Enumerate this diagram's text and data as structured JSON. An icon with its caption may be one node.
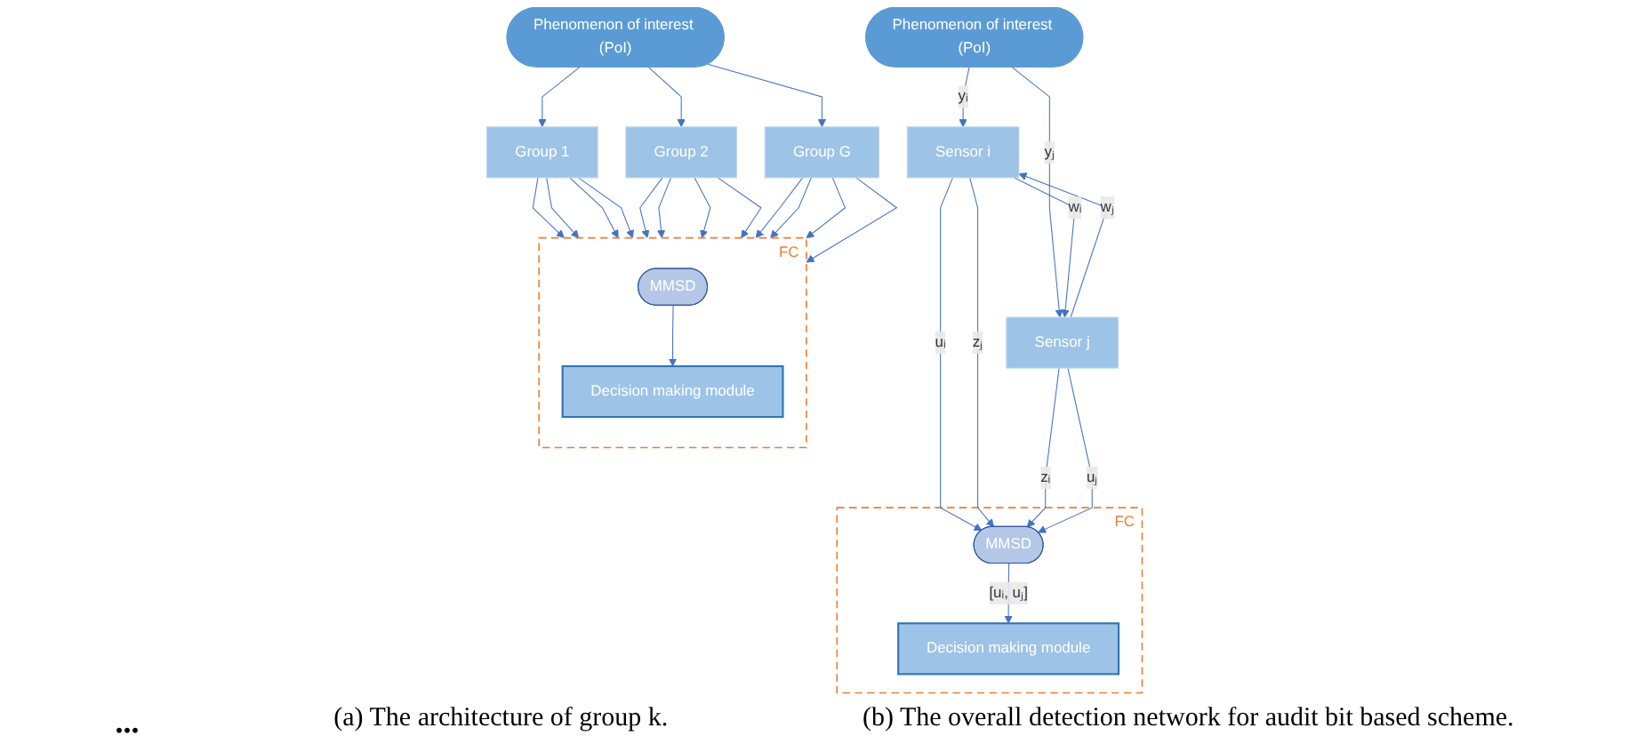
{
  "diagram": {
    "nodes": [
      {
        "text": [
          "Phenomenon of interest (PoI)"
        ]
      },
      {
        "text": [
          "Sensor i"
        ]
      },
      {
        "text": [
          "Sensor j"
        ]
      },
      {
        "text": [
          "FC"
        ]
      },
      {
        "text": [
          "MMSD"
        ],
        "in": 3
      },
      {
        "text": [
          "Decision making module"
        ],
        "in": 3
      },
      {
        "text": [
          "Phenomenon of interest (PoI)"
        ]
      },
      {
        "text": [
          "Group 1"
        ]
      },
      {
        "text": [
          "Group 2"
        ]
      },
      {
        "text": [
          "Group G"
        ]
      },
      {
        "text": [
          "FC"
        ]
      },
      {
        "text": [
          "MMSD"
        ],
        "in": 10
      },
      {
        "text": [
          "Decision making module"
        ],
        "in": 10
      }
    ],
    "edges": [
      {
        "from": 0,
        "to": 1,
        "arrow": "to",
        "label": "yᵢ"
      },
      {
        "from": 0,
        "to": 2,
        "arrow": "to",
        "label": "yⱼ"
      },
      {
        "from": 1,
        "to": 2,
        "arrow": "to",
        "label": "wᵢ"
      },
      {
        "from": 2,
        "to": 1,
        "arrow": "to",
        "label": "wⱼ"
      },
      {
        "from": 1,
        "to": 4,
        "arrow": "to",
        "label": "uᵢ"
      },
      {
        "from": 1,
        "to": 4,
        "arrow": "to",
        "label": "zⱼ"
      },
      {
        "from": 2,
        "to": 4,
        "arrow": "to",
        "label": "zᵢ"
      },
      {
        "from": 2,
        "to": 4,
        "arrow": "to",
        "label": "uⱼ"
      },
      {
        "from": 4,
        "to": 5,
        "arrow": "to",
        "label": "[uᵢ, uⱼ]"
      },
      {
        "from": 6,
        "to": 7,
        "arrow": "to"
      },
      {
        "from": 6,
        "to": 8,
        "arrow": "to"
      },
      {
        "from": 6,
        "to": 9,
        "arrow": "to"
      },
      {
        "from": 7,
        "to": 10,
        "arrow": "to"
      },
      {
        "from": 7,
        "to": 10,
        "arrow": "to"
      },
      {
        "from": 7,
        "to": 10,
        "arrow": "to"
      },
      {
        "from": 7,
        "to": 10,
        "arrow": "to"
      },
      {
        "from": 8,
        "to": 10,
        "arrow": "to"
      },
      {
        "from": 8,
        "to": 10,
        "arrow": "to"
      },
      {
        "from": 8,
        "to": 10,
        "arrow": "to"
      },
      {
        "from": 8,
        "to": 10,
        "arrow": "to"
      },
      {
        "from": 9,
        "to": 10,
        "arrow": "to"
      },
      {
        "from": 9,
        "to": 10,
        "arrow": "to"
      },
      {
        "from": 9,
        "to": 10,
        "arrow": "to"
      },
      {
        "from": 9,
        "to": 10,
        "arrow": "to"
      },
      {
        "from": 11,
        "to": 12,
        "arrow": "to"
      }
    ],
    "labels": [
      "...",
      "(a) The architecture of group k.",
      "(b) The overall detection network for audit bit based scheme."
    ]
  }
}
